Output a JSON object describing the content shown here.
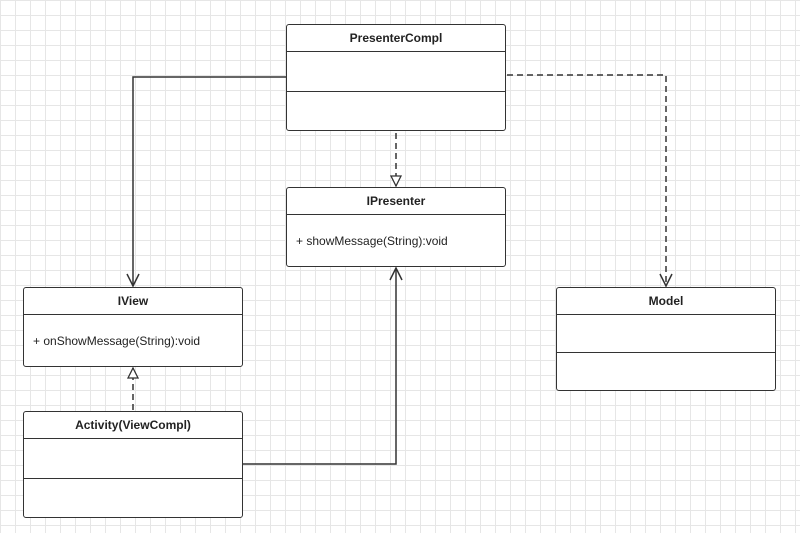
{
  "classes": {
    "presenter_compl": {
      "name": "PresenterCompl",
      "operations": []
    },
    "ipresenter": {
      "name": "IPresenter",
      "operations": [
        "+ showMessage(String):void"
      ]
    },
    "iview": {
      "name": "IView",
      "operations": [
        "+ onShowMessage(String):void"
      ]
    },
    "activity": {
      "name": "Activity(ViewCompl)",
      "operations": []
    },
    "model": {
      "name": "Model",
      "operations": []
    }
  },
  "relations": [
    {
      "from": "PresenterCompl",
      "to": "IPresenter",
      "type": "realization"
    },
    {
      "from": "PresenterCompl",
      "to": "Model",
      "type": "dependency"
    },
    {
      "from": "PresenterCompl",
      "to": "IView",
      "type": "association"
    },
    {
      "from": "Activity(ViewCompl)",
      "to": "IView",
      "type": "realization"
    },
    {
      "from": "Activity(ViewCompl)",
      "to": "IPresenter",
      "type": "association"
    }
  ]
}
